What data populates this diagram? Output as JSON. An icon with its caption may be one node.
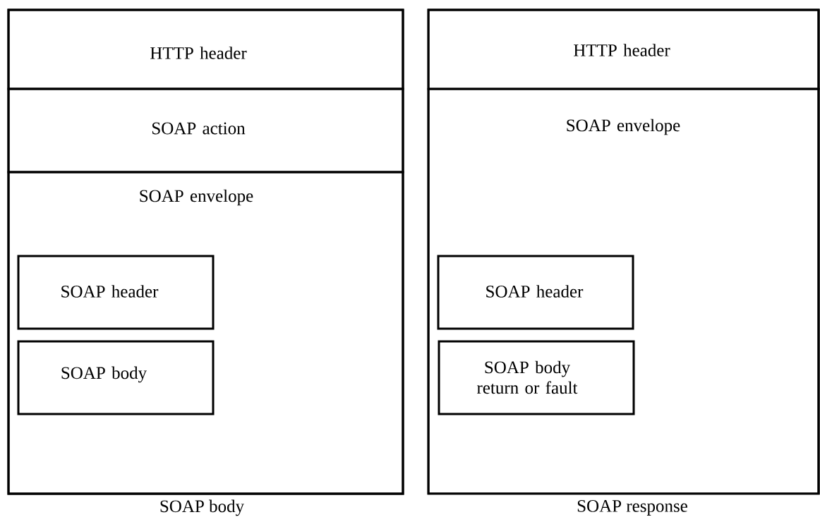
{
  "diagram": {
    "nodes": [
      {
        "text": [],
        "shape": "box",
        "beside": [
          "SOAP body"
        ]
      },
      {
        "text": [
          "HTTP header"
        ],
        "in": 0
      },
      {
        "text": [
          "SOAP action"
        ],
        "in": 0
      },
      {
        "text": [
          "SOAP envelope"
        ],
        "in": 0
      },
      {
        "text": [
          "SOAP header"
        ],
        "in": 3
      },
      {
        "text": [
          "SOAP body"
        ],
        "in": 3
      },
      {
        "text": [],
        "shape": "box",
        "beside": [
          "SOAP response"
        ]
      },
      {
        "text": [
          "HTTP header"
        ],
        "in": 6
      },
      {
        "text": [
          "SOAP envelope"
        ],
        "in": 6
      },
      {
        "text": [
          "SOAP header"
        ],
        "in": 8
      },
      {
        "text": [
          "SOAP body return or fault"
        ],
        "in": 8
      }
    ]
  }
}
